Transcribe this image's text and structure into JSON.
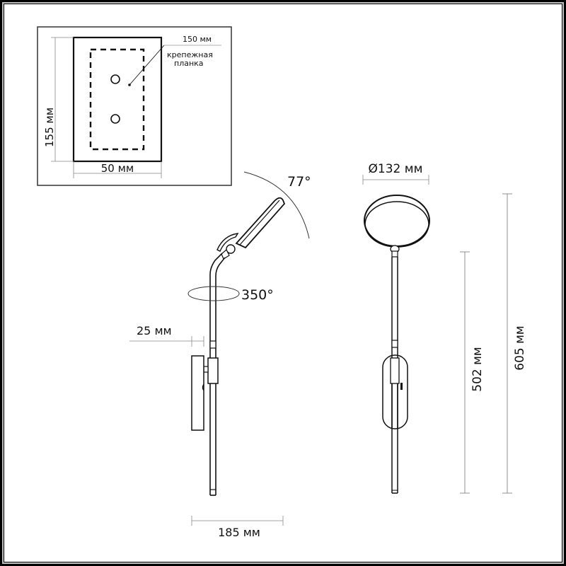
{
  "inset": {
    "mounting_plate_label_line1": "крепежная",
    "mounting_plate_label_line2": "планка",
    "plate_length": "150 мм",
    "height": "155 мм",
    "width": "50 мм"
  },
  "side_view": {
    "tilt_angle": "77°",
    "rotation_angle": "350°",
    "wall_offset": "25 мм",
    "projection": "185 мм"
  },
  "front_view": {
    "head_diameter": "Ø132 мм",
    "stem_height": "502 мм",
    "total_height": "605 мм"
  },
  "colors": {
    "line": "#111111",
    "dimension_line": "#555555",
    "frame_gray": "#bdbdbd"
  }
}
